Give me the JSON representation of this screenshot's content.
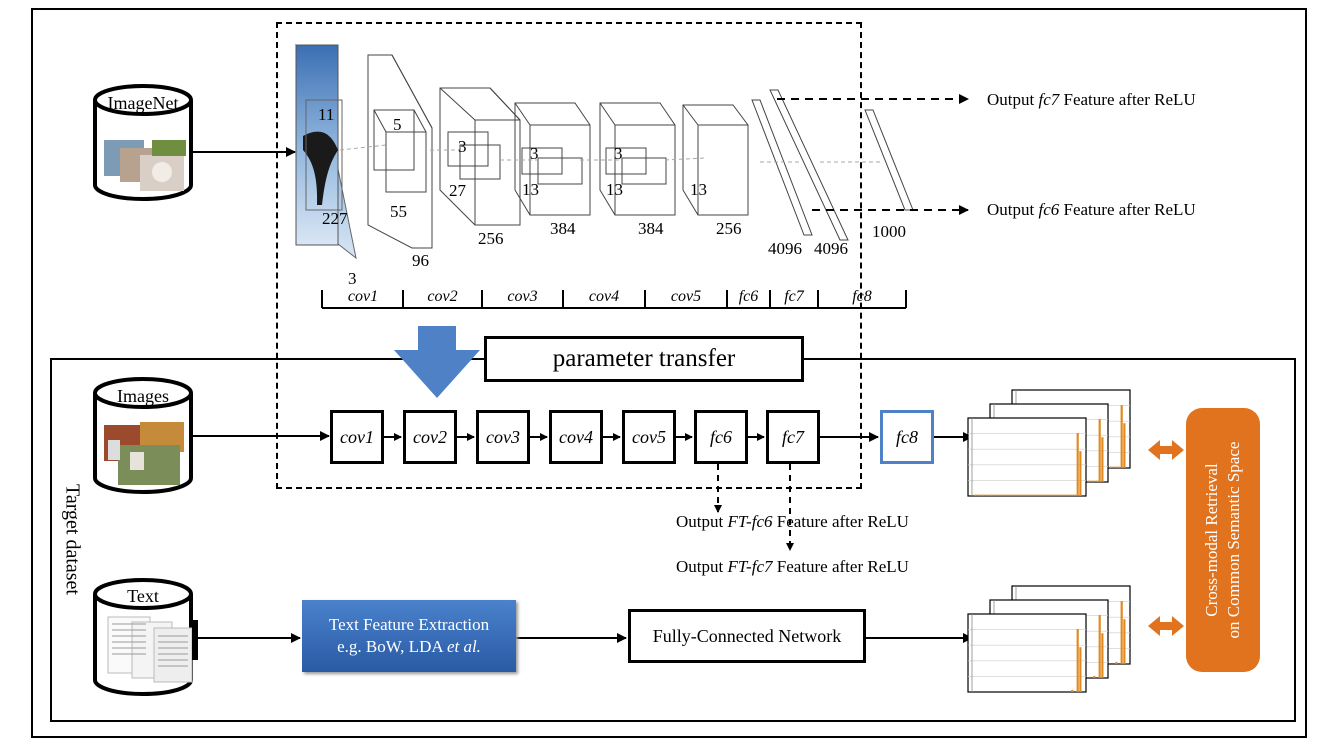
{
  "databases": {
    "imagenet": "ImageNet",
    "images": "Images",
    "text": "Text"
  },
  "cnn": {
    "input_dims": [
      "11",
      "227",
      "3"
    ],
    "cov1_dims": [
      "5",
      "55",
      "96"
    ],
    "cov2_dims": [
      "3",
      "27",
      "256"
    ],
    "cov3_dims": [
      "3",
      "13",
      "384"
    ],
    "cov4_dims": [
      "3",
      "13",
      "384"
    ],
    "cov5_dims": [
      "13",
      "256"
    ],
    "fc_sizes": [
      "4096",
      "4096",
      "1000"
    ],
    "layer_labels": [
      "cov1",
      "cov2",
      "cov3",
      "cov4",
      "cov5",
      "fc6",
      "fc7",
      "fc8"
    ]
  },
  "outputs": {
    "fc7": {
      "prefix": "Output ",
      "name": "fc7",
      "suffix": " Feature after ReLU"
    },
    "fc6": {
      "prefix": "Output ",
      "name": "fc6",
      "suffix": " Feature after ReLU"
    },
    "ft_fc6": {
      "prefix": "Output ",
      "name": "FT-fc6",
      "suffix": " Feature after ReLU"
    },
    "ft_fc7": {
      "prefix": "Output ",
      "name": "FT-fc7",
      "suffix": " Feature after ReLU"
    }
  },
  "parameter_transfer": "parameter transfer",
  "target_dataset": "Target dataset",
  "pipeline": [
    "cov1",
    "cov2",
    "cov3",
    "cov4",
    "cov5",
    "fc6",
    "fc7",
    "fc8"
  ],
  "text_feature": {
    "line1": "Text Feature Extraction",
    "line2_prefix": "e.g. BoW, LDA ",
    "line2_italic": "et al."
  },
  "fully_connected": "Fully-Connected Network",
  "retrieval": {
    "line1": "Cross-modal Retrieval",
    "line2": "on Common Semantic Space"
  },
  "colors": {
    "accent_blue": "#4f81c7",
    "text_box_blue": "#2f64b0",
    "orange": "#e2731e",
    "bar_orange": "#e08a1e"
  },
  "histograms": {
    "top": [
      0.02,
      0.02,
      0.02,
      0.02,
      0.02,
      0.02,
      0.02,
      0.02,
      0.02,
      0.02,
      0.02,
      0.02,
      0.02,
      0.02,
      0.02,
      0.02,
      0.02,
      0.02,
      0.02,
      0.02,
      0.02,
      0.02,
      0.02,
      0.02,
      0.02,
      0.02,
      0.02,
      0.02,
      0.02,
      0.02,
      0.02,
      0.02,
      0.02,
      0.02,
      0.02,
      0.02,
      0.02,
      0.02,
      0.9,
      0.64
    ],
    "bottom": [
      0,
      0,
      0,
      0,
      0,
      0,
      0,
      0,
      0,
      0,
      0,
      0,
      0,
      0,
      0,
      0,
      0,
      0,
      0,
      0,
      0,
      0,
      0,
      0,
      0,
      0,
      0,
      0,
      0,
      0,
      0,
      0,
      0,
      0,
      0,
      0,
      0.03,
      0,
      0.9,
      0.64
    ]
  }
}
